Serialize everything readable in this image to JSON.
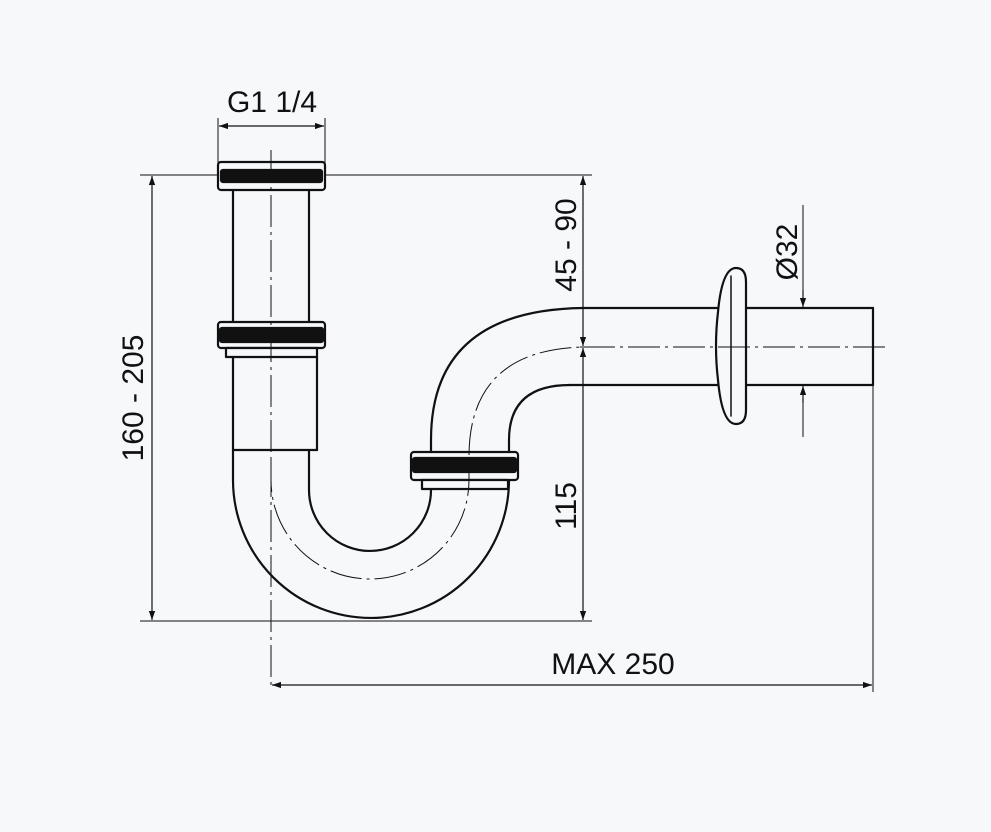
{
  "colors": {
    "background": "#f7f8fa",
    "ink": "#111111"
  },
  "labels": {
    "thread": "G1 1/4",
    "overall_height": "160 - 205",
    "top_offset": "45 - 90",
    "bottom_offset": "115",
    "diameter": "Ø32",
    "max_length": "MAX 250"
  }
}
